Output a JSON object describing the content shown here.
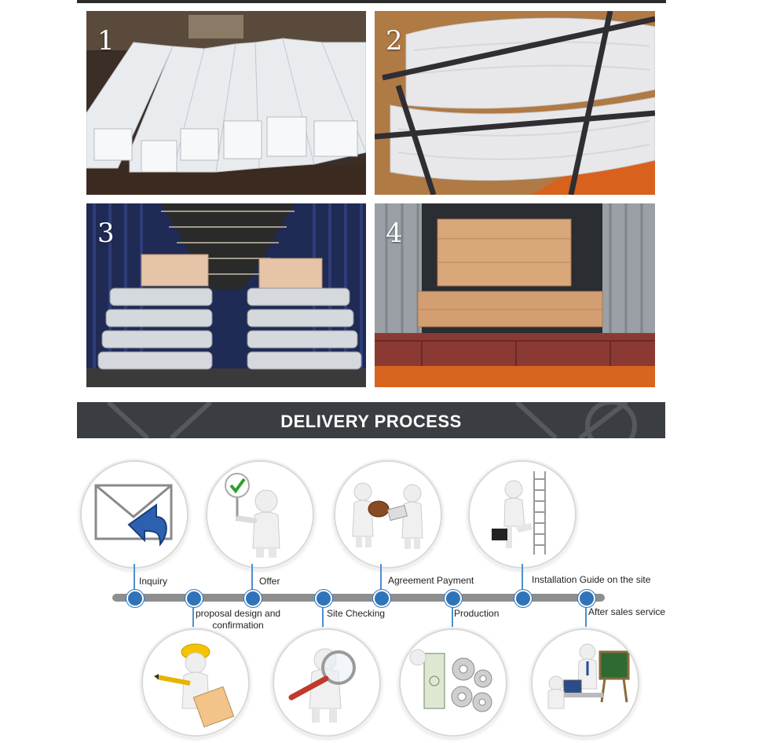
{
  "photos": [
    {
      "number": "1"
    },
    {
      "number": "2"
    },
    {
      "number": "3"
    },
    {
      "number": "4"
    }
  ],
  "banner": {
    "title": "DELIVERY PROCESS"
  },
  "steps": [
    {
      "label": "Inquiry",
      "icon": "envelope-icon"
    },
    {
      "label": "proposal design and\nconfirmation",
      "icon": "designer-icon"
    },
    {
      "label": "Offer",
      "icon": "approval-sign-icon"
    },
    {
      "label": "Site Checking",
      "icon": "magnifier-icon"
    },
    {
      "label": "Agreement Payment",
      "icon": "handshake-icon"
    },
    {
      "label": "Production",
      "icon": "gears-money-icon"
    },
    {
      "label": "Installation Guide on the site",
      "icon": "ladder-climb-icon"
    },
    {
      "label": "After sales service",
      "icon": "service-desk-icon"
    }
  ],
  "colors": {
    "timeline": "#8e8e8e",
    "dot": "#2f74b8",
    "banner": "#3a3d42"
  }
}
